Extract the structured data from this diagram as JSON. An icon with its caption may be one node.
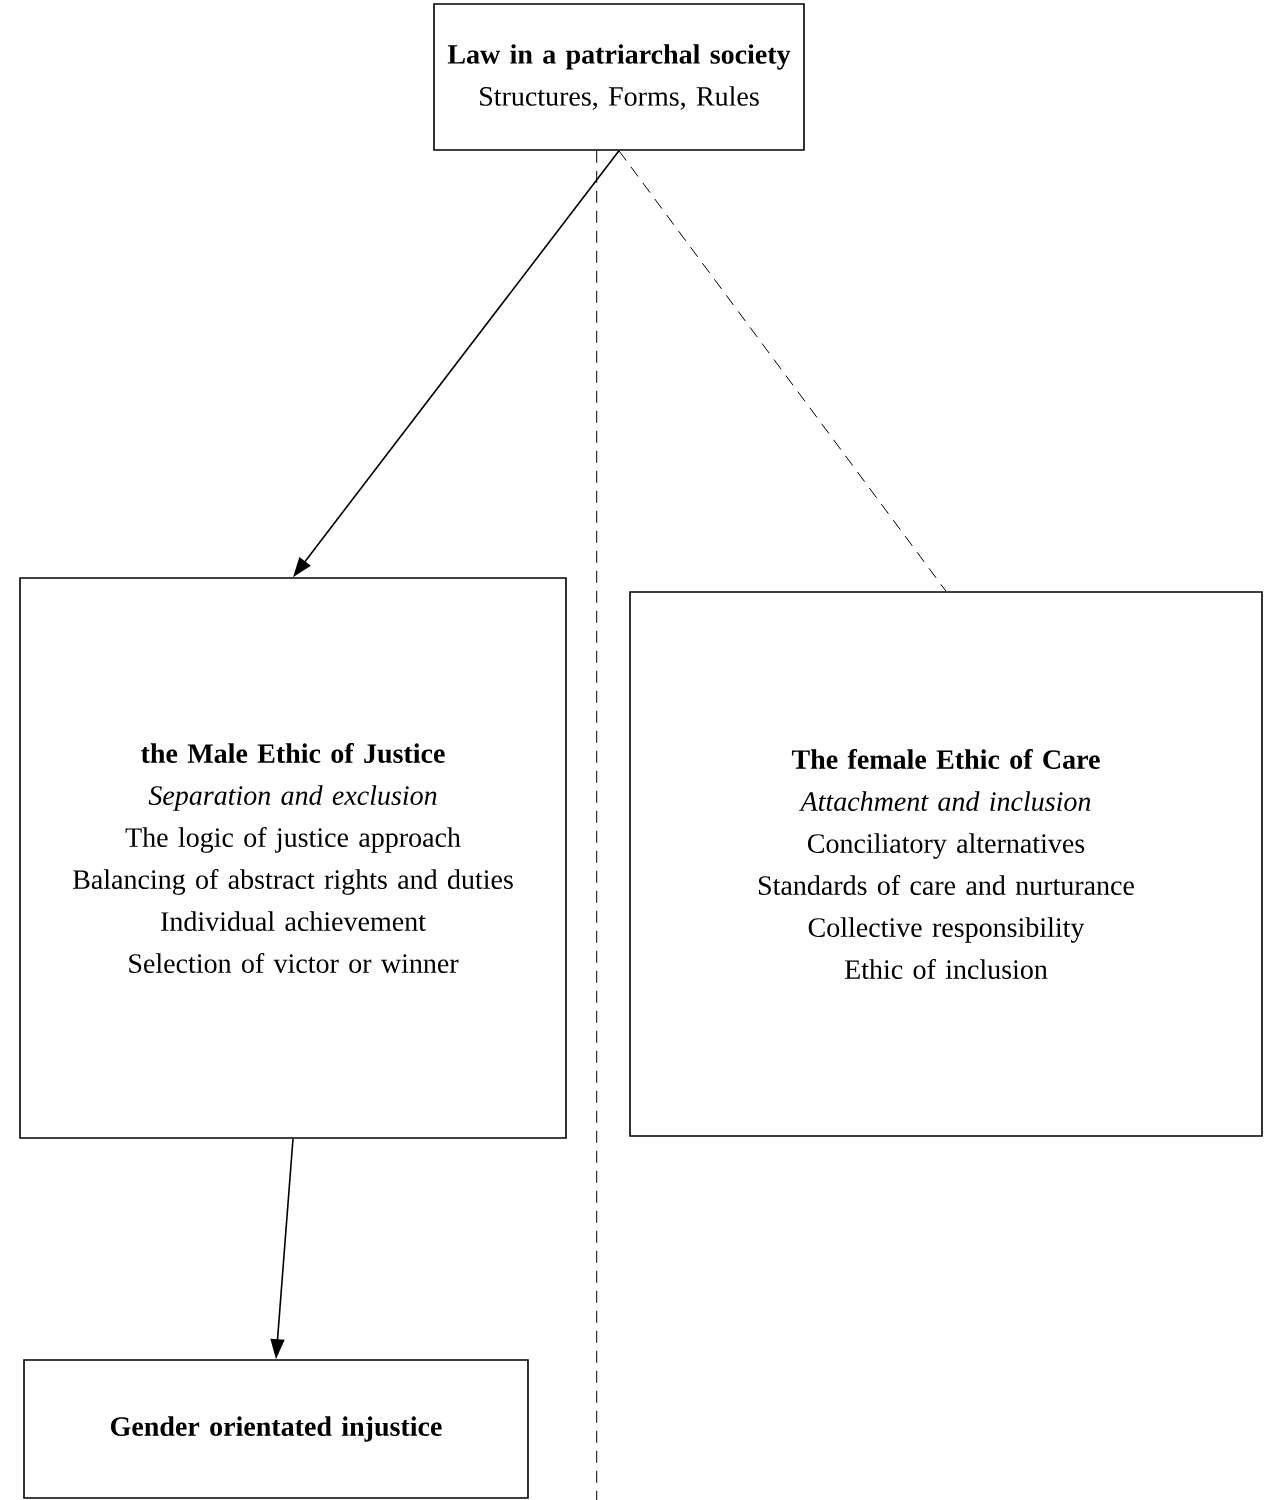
{
  "diagram": {
    "nodes": [
      {
        "text": [
          "Law in a patriarchal society",
          "Structures, Forms, Rules"
        ]
      },
      {
        "text": [
          "the Male Ethic of Justice",
          "Separation and exclusion",
          "The logic of justice approach",
          "Balancing of abstract rights and duties",
          "Individual achievement",
          "Selection of victor or winner"
        ]
      },
      {
        "text": [
          "The female Ethic of Care",
          "Attachment and inclusion",
          "Conciliatory alternatives",
          "Standards of care and nurturance",
          "Collective responsibility",
          "Ethic of inclusion"
        ]
      },
      {
        "text": [
          "Gender orientated injustice"
        ]
      }
    ],
    "edges": [
      {
        "from": 0,
        "to": 1,
        "arrow": "to"
      },
      {
        "from": 0,
        "to": 2,
        "arrow": "none",
        "style": "dashed"
      },
      {
        "from": 0,
        "to": null,
        "arrow": "none",
        "style": "dashed"
      },
      {
        "from": 1,
        "to": 3,
        "arrow": "to"
      }
    ]
  }
}
